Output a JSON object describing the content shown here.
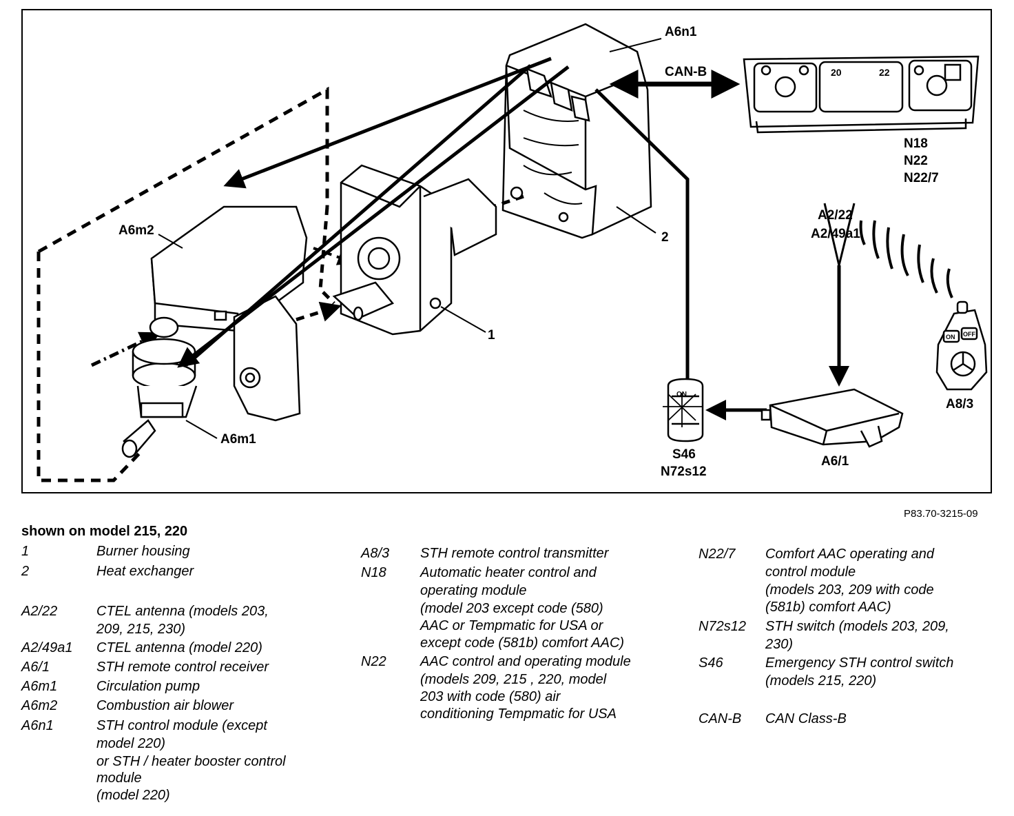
{
  "diagram": {
    "labels": {
      "a6n1": "A6n1",
      "can_b": "CAN-B",
      "n18": "N18",
      "n22": "N22",
      "n22_7": "N22/7",
      "a6m2": "A6m2",
      "two": "2",
      "a2_22": "A2/22",
      "a2_49a1": "A2/49a1",
      "one": "1",
      "a6m1": "A6m1",
      "s46": "S46",
      "n72s12": "N72s12",
      "a6_1": "A6/1",
      "a8_3": "A8/3"
    },
    "panel_display": {
      "temp_left": "20",
      "temp_right": "22"
    },
    "remote_buttons": {
      "on": "ON",
      "off": "OFF"
    }
  },
  "reference_code": "P83.70-3215-09",
  "legend": {
    "heading": "shown on model 215, 220",
    "column1": [
      {
        "code": "1",
        "lines": [
          "Burner housing"
        ]
      },
      {
        "code": "2",
        "lines": [
          "Heat exchanger"
        ]
      },
      {
        "code": "A2/22",
        "lines": [
          "CTEL antenna (models 203,",
          "209, 215, 230)"
        ]
      },
      {
        "code": "A2/49a1",
        "lines": [
          "CTEL antenna (model 220)"
        ]
      },
      {
        "code": "A6/1",
        "lines": [
          "STH remote control receiver"
        ]
      },
      {
        "code": "A6m1",
        "lines": [
          "Circulation pump"
        ]
      },
      {
        "code": "A6m2",
        "lines": [
          "Combustion air blower"
        ]
      },
      {
        "code": "A6n1",
        "lines": [
          "STH control module (except",
          "model 220)",
          "or STH / heater booster control",
          "module",
          "(model 220)"
        ]
      }
    ],
    "column2": [
      {
        "code": "A8/3",
        "lines": [
          "STH remote control transmitter"
        ]
      },
      {
        "code": "N18",
        "lines": [
          "Automatic heater control and",
          "operating module",
          "(model 203 except code (580)",
          "AAC or Tempmatic for USA or",
          "except code (581b) comfort AAC)"
        ]
      },
      {
        "code": "N22",
        "lines": [
          "AAC control and operating module",
          "(models 209, 215 , 220, model",
          "203 with code (580) air",
          "conditioning Tempmatic for USA"
        ]
      }
    ],
    "column3": [
      {
        "code": "N22/7",
        "lines": [
          "Comfort AAC operating and",
          "control module",
          "(models 203, 209 with code",
          "(581b) comfort AAC)"
        ]
      },
      {
        "code": "N72s12",
        "lines": [
          "STH switch (models 203, 209,",
          "230)"
        ]
      },
      {
        "code": "S46",
        "lines": [
          "Emergency STH control switch",
          "(models 215, 220)"
        ]
      },
      {
        "code": "CAN-B",
        "lines": [
          "CAN Class-B"
        ]
      }
    ]
  }
}
